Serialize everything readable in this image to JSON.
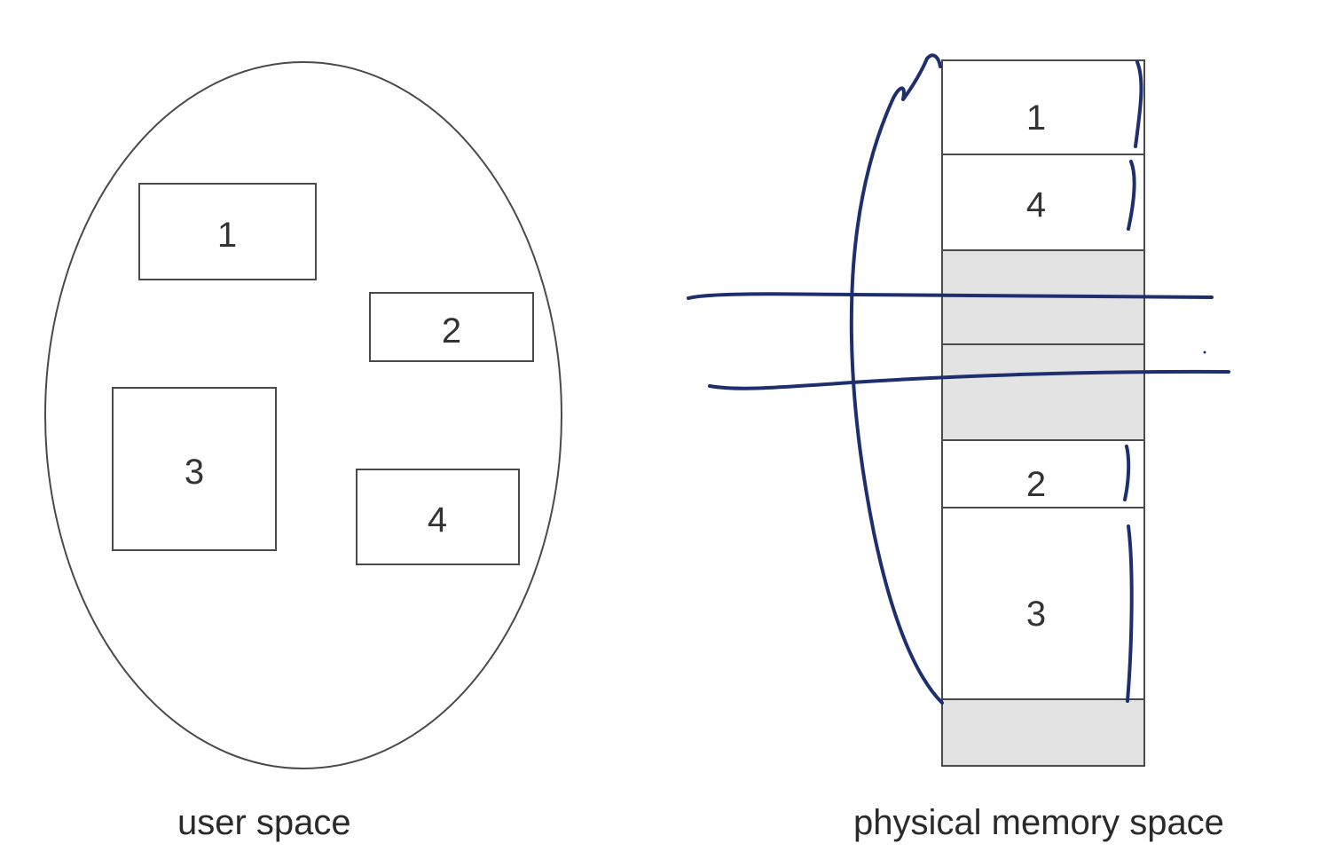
{
  "user_space": {
    "caption": "user space",
    "segments": [
      {
        "label": "1"
      },
      {
        "label": "2"
      },
      {
        "label": "3"
      },
      {
        "label": "4"
      }
    ]
  },
  "physical_memory": {
    "caption": "physical memory space",
    "blocks": [
      {
        "label": "1",
        "free": false
      },
      {
        "label": "4",
        "free": false
      },
      {
        "label": "",
        "free": true
      },
      {
        "label": "",
        "free": true
      },
      {
        "label": "2",
        "free": false
      },
      {
        "label": "3",
        "free": false
      },
      {
        "label": "",
        "free": true
      }
    ]
  },
  "colors": {
    "outline": "#4a4a4a",
    "free_fill": "#e3e3e3",
    "annotation_ink": "#1e2f6e"
  }
}
